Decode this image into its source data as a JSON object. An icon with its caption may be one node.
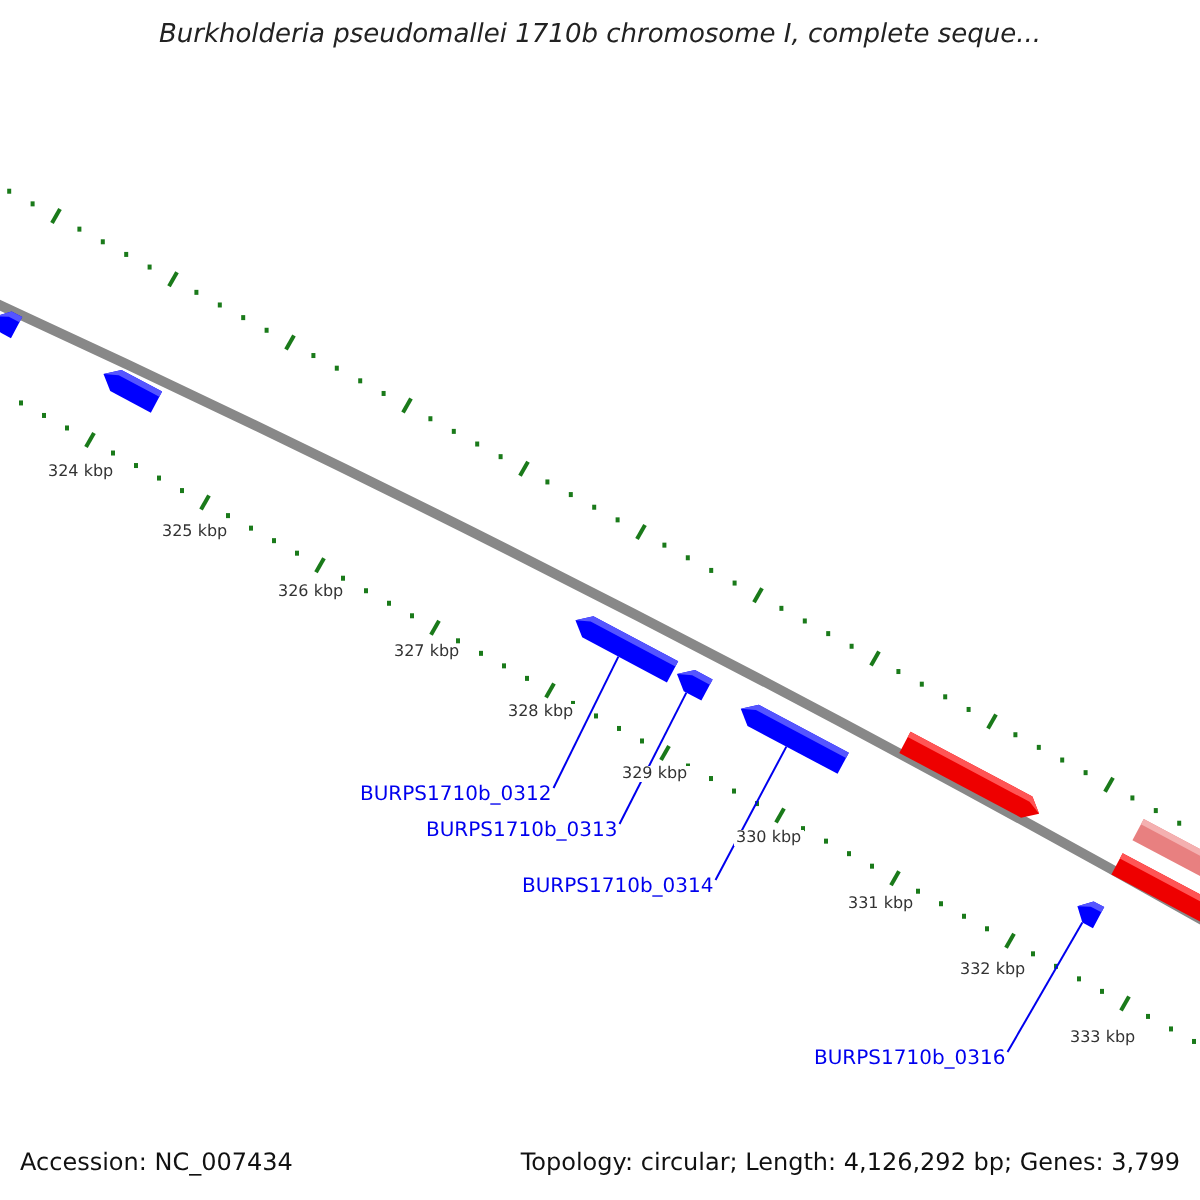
{
  "diagram": {
    "title": "Burkholderia pseudomallei 1710b chromosome I, complete seque...",
    "nodes": [
      {
        "text": [],
        "shape": "box"
      },
      {
        "text": [],
        "shape": "box"
      },
      {
        "text": [],
        "shape": "box"
      },
      {
        "text": [],
        "shape": "box"
      },
      {
        "text": [],
        "shape": "box"
      },
      {
        "text": [],
        "shape": "box"
      },
      {
        "text": [],
        "shape": "box"
      },
      {
        "text": [],
        "shape": "box"
      },
      {
        "text": [],
        "shape": "box"
      },
      {
        "text": [
          "BURPS1710b_0312"
        ]
      },
      {
        "text": [
          "BURPS1710b_0313"
        ]
      },
      {
        "text": [
          "BURPS1710b_0314"
        ]
      },
      {
        "text": [
          "BURPS1710b_0316"
        ]
      }
    ],
    "edges": [
      {
        "from": 9,
        "to": 2,
        "arrow": "none"
      },
      {
        "from": 10,
        "to": 3,
        "arrow": "none"
      },
      {
        "from": 11,
        "to": 4,
        "arrow": "none"
      },
      {
        "from": 12,
        "to": 8,
        "arrow": "none"
      }
    ],
    "labels": [
      "324 kbp",
      "325 kbp",
      "326 kbp",
      "327 kbp",
      "328 kbp",
      "329 kbp",
      "330 kbp",
      "331 kbp",
      "332 kbp",
      "333 kbp",
      "Accession: NC_007434",
      "Topology: circular; Length: 4,126,292 bp; Genes: 3,799"
    ]
  }
}
